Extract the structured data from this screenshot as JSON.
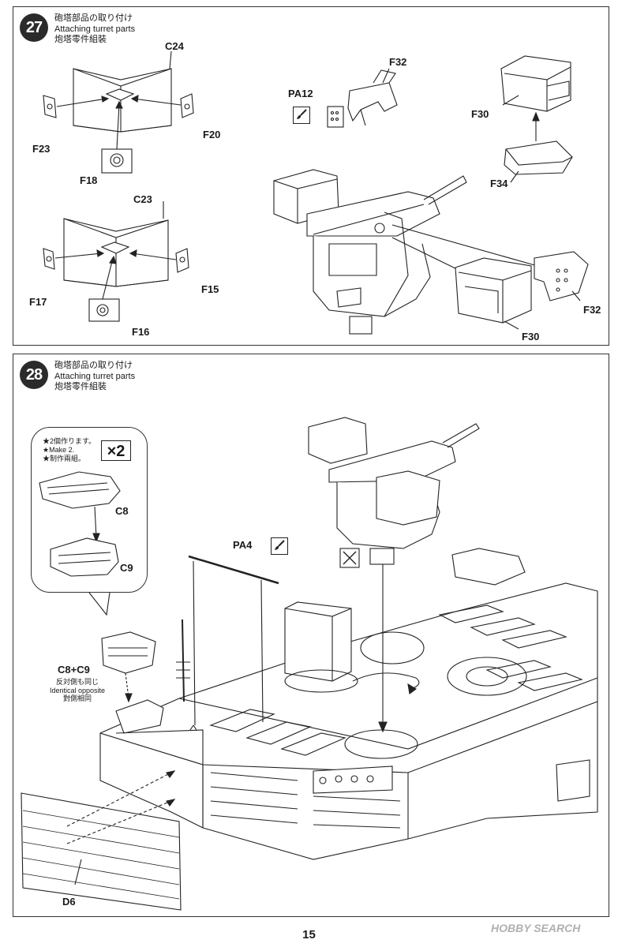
{
  "page_number": "15",
  "watermark": "HOBBY SEARCH",
  "step27": {
    "number": "27",
    "title_jp": "砲塔部品の取り付け",
    "title_en": "Attaching turret parts",
    "title_cn": "炮塔零件組裝",
    "labels": {
      "c24": "C24",
      "f23": "F23",
      "f20": "F20",
      "f18": "F18",
      "c23": "C23",
      "f17": "F17",
      "f15": "F15",
      "f16": "F16",
      "pa12": "PA12",
      "f32_top": "F32",
      "f30_top": "F30",
      "f34": "F34",
      "f32_right": "F32",
      "f30_bottom": "F30"
    }
  },
  "step28": {
    "number": "28",
    "title_jp": "砲塔部品の取り付け",
    "title_en": "Attaching turret parts",
    "title_cn": "炮塔零件組裝",
    "note_jp": "★2個作ります。",
    "note_en": "★Make 2.",
    "note_cn": "★制作兩組。",
    "multiplier": "×2",
    "labels": {
      "c8": "C8",
      "c9": "C9",
      "pa4": "PA4",
      "c8c9": "C8+C9",
      "d6": "D6"
    },
    "opposite_jp": "反対側も同じ",
    "opposite_en": "Identical opposite",
    "opposite_cn": "對側相同"
  }
}
